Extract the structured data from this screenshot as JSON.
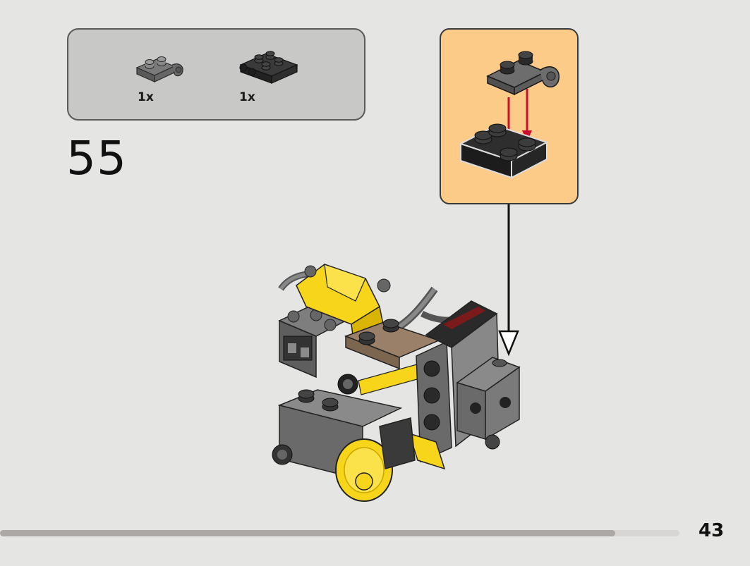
{
  "step": {
    "number": "55"
  },
  "parts_list": {
    "items": [
      {
        "name": "dark-gray-plate-with-clip-icon",
        "quantity": "1x",
        "color": "#6b6b6b"
      },
      {
        "name": "black-plate-2x2-with-clips-icon",
        "quantity": "1x",
        "color": "#2b2b2b"
      }
    ]
  },
  "callout": {
    "background": "#fccb88"
  },
  "progress": {
    "fraction": 0.906
  },
  "page": {
    "number": "43"
  }
}
